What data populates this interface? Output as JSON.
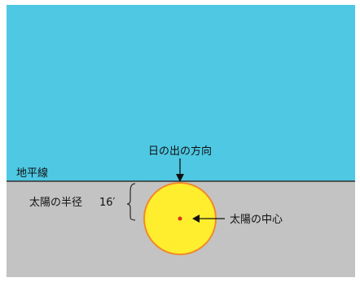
{
  "labels": {
    "sunrise_direction": "日の出の方向",
    "horizon": "地平線",
    "sun_radius": "太陽の半径",
    "sun_radius_value": "16′",
    "sun_center": "太陽の中心"
  },
  "colors": {
    "sky": "#4ec8e3",
    "ground": "#c3c3c3",
    "horizon_line": "#333333",
    "sun_fill": "#ffee2e",
    "sun_outline": "#f08a2a",
    "sun_center_dot": "#e0301e",
    "arrow": "#111111"
  }
}
